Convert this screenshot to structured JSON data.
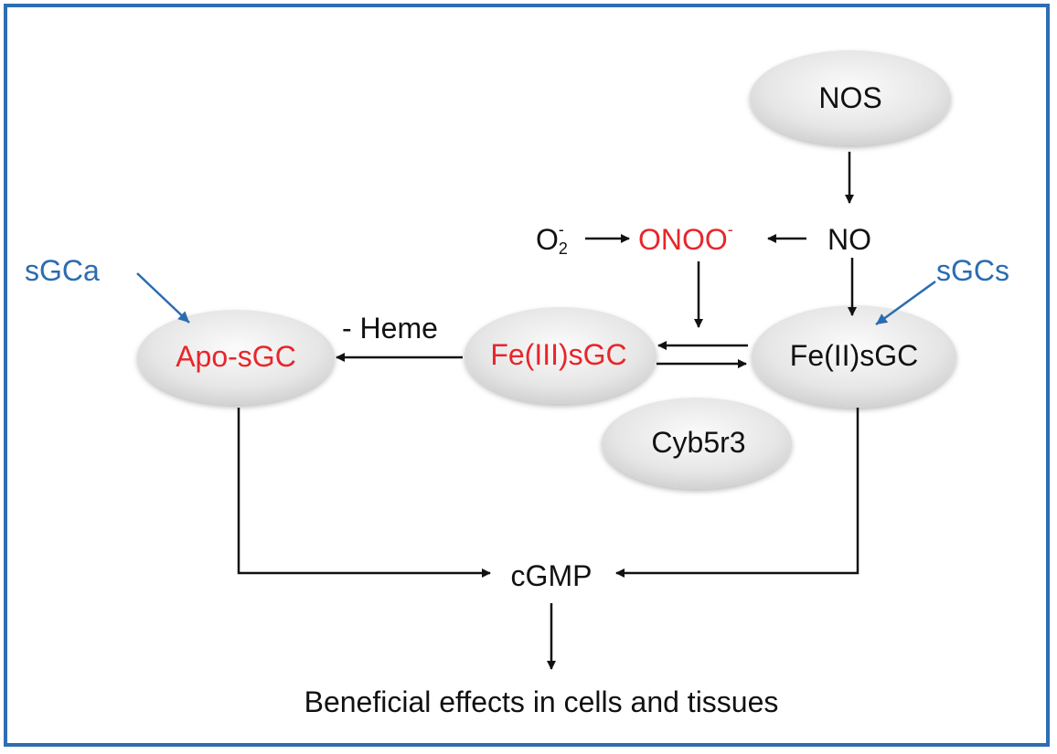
{
  "colors": {
    "frame": "#2e6db3",
    "red_text": "#e8262a",
    "blue_text": "#2b6cb0",
    "arrow_black": "#111111",
    "node_fill": "#e8e8e8"
  },
  "nodes": {
    "nos": "NOS",
    "apo_sgc": "Apo-sGC",
    "fe3_sgc": "Fe(III)sGC",
    "fe2_sgc": "Fe(II)sGC",
    "cyb5r3": "Cyb5r3"
  },
  "labels": {
    "no": "NO",
    "o2_base": "O",
    "o2_sub": "2",
    "o2_sup": "-",
    "onoo": "ONOO",
    "onoo_sup": "-",
    "minus_heme": "- Heme",
    "cgmp": "cGMP",
    "sgca": "sGCa",
    "sgcs": "sGCs",
    "beneficial": "Beneficial effects in cells and tissues"
  }
}
